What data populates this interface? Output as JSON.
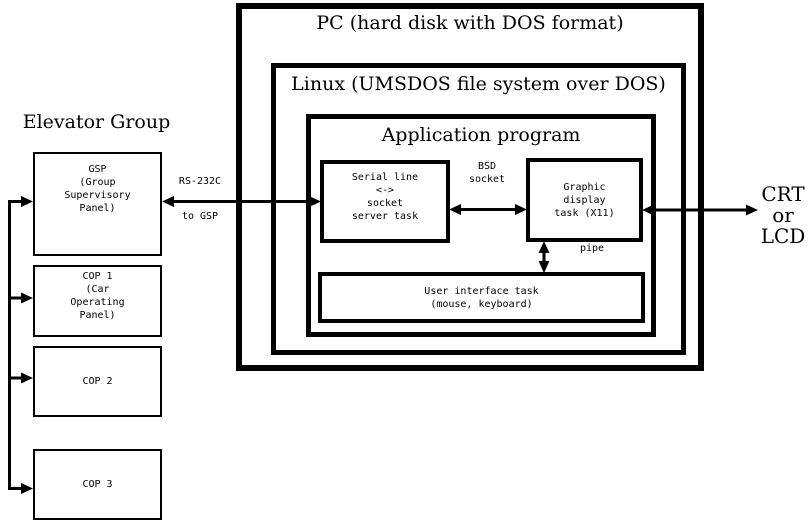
{
  "titles": {
    "pc": "PC (hard disk with DOS format)",
    "linux": "Linux (UMSDOS file system over DOS)",
    "app": "Application program",
    "elevator_group": "Elevator Group"
  },
  "tasks": {
    "serial": "Serial line\n<->\nsocket\nserver task",
    "graphic": "Graphic\ndisplay\ntask (X11)",
    "ui": "User interface task\n(mouse, keyboard)"
  },
  "panels": {
    "gsp": "GSP\n(Group\nSupervisory\nPanel)",
    "cop1": "COP 1\n(Car\nOperating\nPanel)",
    "cop2": "COP 2",
    "cop3": "COP 3"
  },
  "labels": {
    "rs232c": "RS-232C",
    "to_gsp": "to GSP",
    "bsd_socket": "BSD\nsocket",
    "pipe": "pipe",
    "display_device": "CRT\nor\nLCD"
  },
  "colors": {
    "line": "#000000",
    "background": "#ffffff"
  }
}
